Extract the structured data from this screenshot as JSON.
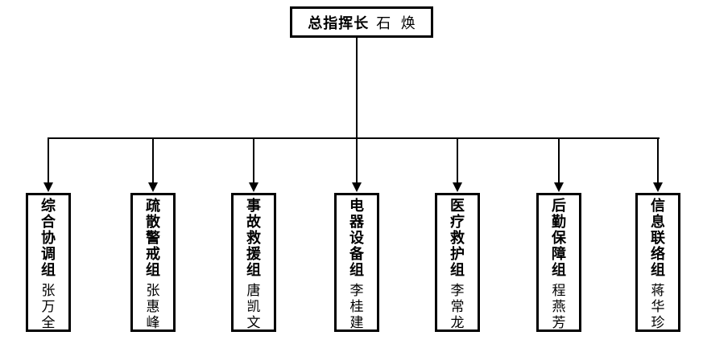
{
  "chart": {
    "commander": {
      "title": "总指挥长",
      "name": "石 焕"
    },
    "groups": [
      {
        "name": "综合协调组",
        "leader": "张万全"
      },
      {
        "name": "疏散警戒组",
        "leader": "张惠峰"
      },
      {
        "name": "事故救援组",
        "leader": "唐凯文"
      },
      {
        "name": "电器设备组",
        "leader": "李桂建"
      },
      {
        "name": "医疗救护组",
        "leader": "李常龙"
      },
      {
        "name": "后勤保障组",
        "leader": "程燕芳"
      },
      {
        "name": "信息联络组",
        "leader": "蒋华珍"
      }
    ],
    "colors": {
      "line": "#000000",
      "background": "#ffffff",
      "text": "#000000"
    }
  }
}
